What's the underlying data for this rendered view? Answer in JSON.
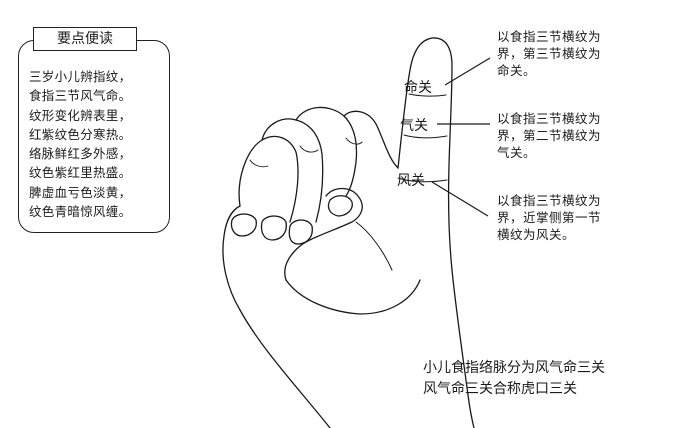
{
  "key_points": {
    "title": "要点便读",
    "lines": [
      "三岁小儿辨指纹，",
      "食指三节风气命。",
      "纹形变化辨表里，",
      "红紫纹色分寒热。",
      "络脉鲜红多外感，",
      "纹色紫红里热盛。",
      "脾虚血亏色淡黄，",
      "纹色青暗惊风缠。"
    ]
  },
  "labels": {
    "ming": "命关",
    "qi": "气关",
    "feng": "风关"
  },
  "notes": {
    "ming": [
      "以食指三节横纹为",
      "界，第三节横纹为",
      "命关。"
    ],
    "qi": [
      "以食指三节横纹为",
      "界，第二节横纹为",
      "气关。"
    ],
    "feng": [
      "以食指三节横纹为",
      "界，近掌侧第一节",
      "横纹为风关。"
    ]
  },
  "caption": {
    "line1": "小儿食指络脉分为风气命三关",
    "line2": "风气命三关合称虎口三关"
  }
}
